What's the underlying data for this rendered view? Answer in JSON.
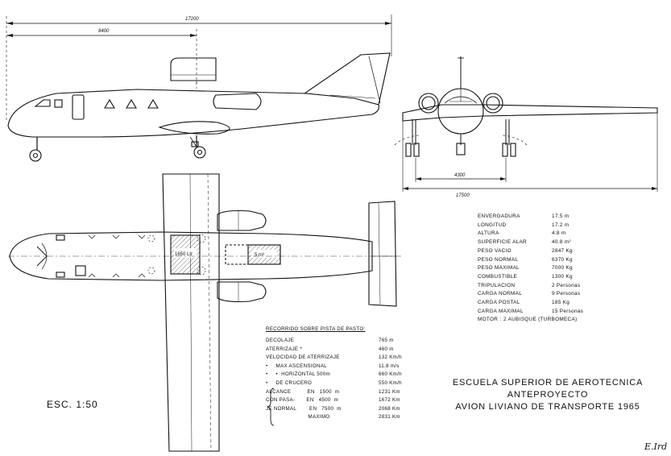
{
  "drawing": {
    "dimensions": {
      "overall_length": "17200",
      "nose_to_wing": "8400",
      "wheel_track": "4300",
      "span": "17500"
    },
    "fuel_tank_label": "1650 Ltr",
    "cargo_hold_label": "5 m³"
  },
  "specs": [
    {
      "label": "ENVERGADURA",
      "value": "17.5  m"
    },
    {
      "label": "LONGITUD",
      "value": "17.2  m"
    },
    {
      "label": "ALTURA",
      "value": "4.8   m"
    },
    {
      "label": "SUPERFICIE ALAR",
      "value": "40.8 m²"
    },
    {
      "label": "PESO VACIO",
      "value": "2847  Kg"
    },
    {
      "label": "PESO NORMAL",
      "value": "6370  Kg"
    },
    {
      "label": "PESO MAXIMAL",
      "value": "7000  Kg"
    },
    {
      "label": "COMBUSTIBLE",
      "value": "1300  Kg"
    },
    {
      "label": "TRIPULACION",
      "value": "2 Personas"
    },
    {
      "label": "CARGA NORMAL",
      "value": "9 Personas"
    },
    {
      "label": "CARGA POSTAL",
      "value": "185  Kg"
    },
    {
      "label": "CARGA MAXIMAL",
      "value": "15 Personas"
    },
    {
      "label": "MOTOR :",
      "value": "2 AUBISQUE  (TURBOMECA)"
    }
  ],
  "performance": {
    "title": "RECORRIDO SOBRE PISTA DE PASTO:",
    "rows": [
      {
        "label": "DECOLAJE",
        "value": "765  m"
      },
      {
        "label": "ATERRIZAJE *",
        "value": "460  m"
      },
      {
        "label": "VELOCIDAD DE ATERRIZAJE",
        "value": "132  Km/h"
      },
      {
        "label": "•     MAX ASCENSIONAL",
        "value": "11.8  m/s"
      },
      {
        "label": "•     •  HORIZONTAL 500m",
        "value": "660 Km/h"
      },
      {
        "label": "•     DE CRUCERO",
        "value": "550 Km/h"
      },
      {
        "label": "ALCANCE          EN   1500  m",
        "value": "1231  Km"
      },
      {
        "label": "CON PASA-       EN   4500  m",
        "value": "1672  Km"
      },
      {
        "label": "JE NORMAL        EN   7500  m",
        "value": "2068  Km"
      },
      {
        "label": "                          MAXIMO",
        "value": "2831  Km"
      }
    ]
  },
  "scale": "ESC. 1:50",
  "title_block": {
    "line1": "ESCUELA SUPERIOR DE AEROTECNICA",
    "line2": "ANTEPROYECTO",
    "line3": "AVION LIVIANO DE TRANSPORTE  1965"
  },
  "signature": "E.Ird"
}
